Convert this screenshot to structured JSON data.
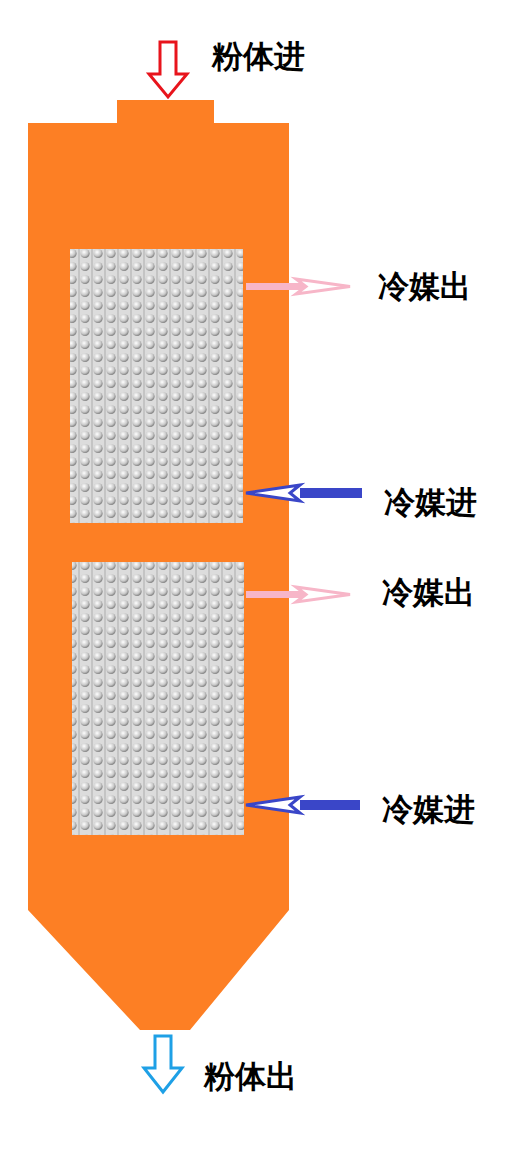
{
  "diagram": {
    "labels": [
      "粉体进",
      "冷媒出",
      "冷媒进",
      "冷媒出",
      "冷媒进",
      "粉体出"
    ]
  }
}
